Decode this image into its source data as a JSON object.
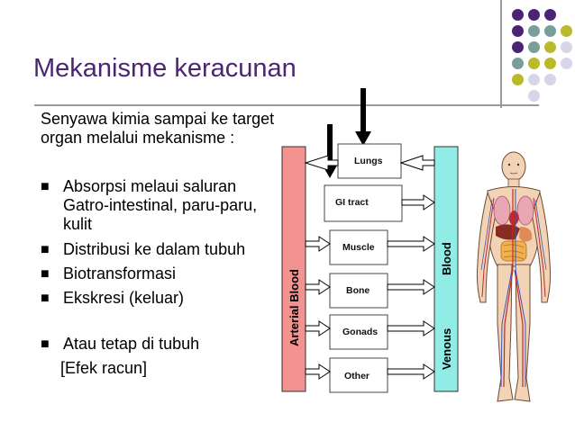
{
  "slide": {
    "title": "Mekanisme keracunan",
    "intro": "Senyawa kimia sampai ke target organ melalui mekanisme :",
    "bullets": [
      "Absorpsi melaui saluran Gatro-intestinal, paru-paru, kulit",
      "Distribusi ke dalam tubuh",
      "Biotransformasi",
      "Ekskresi (keluar)"
    ],
    "extra_bullet": "Atau tetap di tubuh",
    "effect": "[Efek racun]"
  },
  "diagram": {
    "arterial_label": "Arterial Blood",
    "venous_label": "Venous",
    "blood_label": "Blood",
    "organs": [
      "Lungs",
      "GI tract",
      "Muscle",
      "Bone",
      "Gonads",
      "Other"
    ]
  },
  "colors": {
    "title": "#4b2573",
    "arterial_bar": "#f4928f",
    "venous_bar": "#92ece6",
    "decor_purple": "#4b2573",
    "decor_teal": "#7a9e99",
    "decor_olive": "#b9b92c",
    "decor_lavender": "#d6d6e8"
  },
  "icons": [
    "bullet-icon",
    "arrow-icon",
    "human-anatomy-icon",
    "decorative-dot-icon"
  ]
}
